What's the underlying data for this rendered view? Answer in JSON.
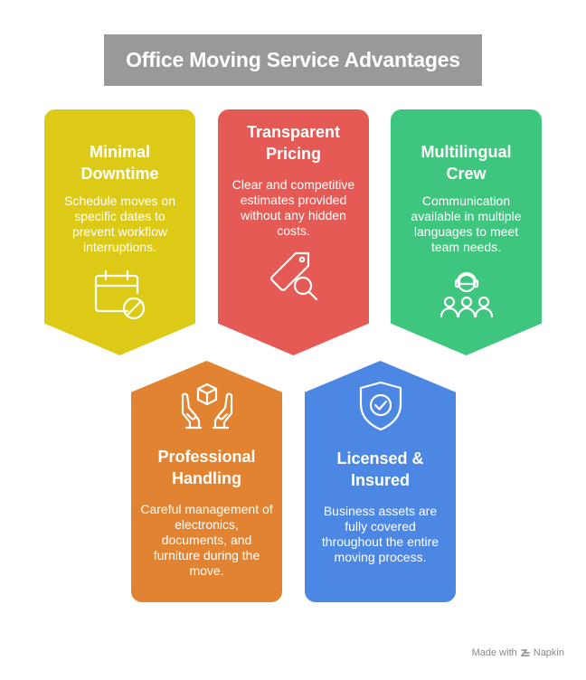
{
  "title": "Office Moving Service Advantages",
  "colors": {
    "title_bg": "#999999",
    "yellow": "#DDCA17",
    "red": "#E55A55",
    "green": "#3EC67E",
    "orange": "#E28332",
    "blue": "#4D87E4"
  },
  "cards": [
    {
      "heading_line1": "Minimal",
      "heading_line2": "Downtime",
      "description": "Schedule moves on specific dates to prevent workflow interruptions.",
      "icon": "calendar-block-icon"
    },
    {
      "heading_line1": "Transparent",
      "heading_line2": "Pricing",
      "description": "Clear and competitive estimates provided without any hidden costs.",
      "icon": "price-tag-search-icon"
    },
    {
      "heading_line1": "Multilingual",
      "heading_line2": "Crew",
      "description": "Communication available in multiple languages to meet team needs.",
      "icon": "team-headset-icon"
    },
    {
      "heading_line1": "Professional",
      "heading_line2": "Handling",
      "description": "Careful management of electronics, documents, and furniture during the move.",
      "icon": "hands-box-icon"
    },
    {
      "heading_line1": "Licensed &",
      "heading_line2": "Insured",
      "description": "Business assets are fully covered throughout the entire moving process.",
      "icon": "shield-check-icon"
    }
  ],
  "footer": {
    "made_with": "Made with",
    "brand": "Napkin"
  }
}
